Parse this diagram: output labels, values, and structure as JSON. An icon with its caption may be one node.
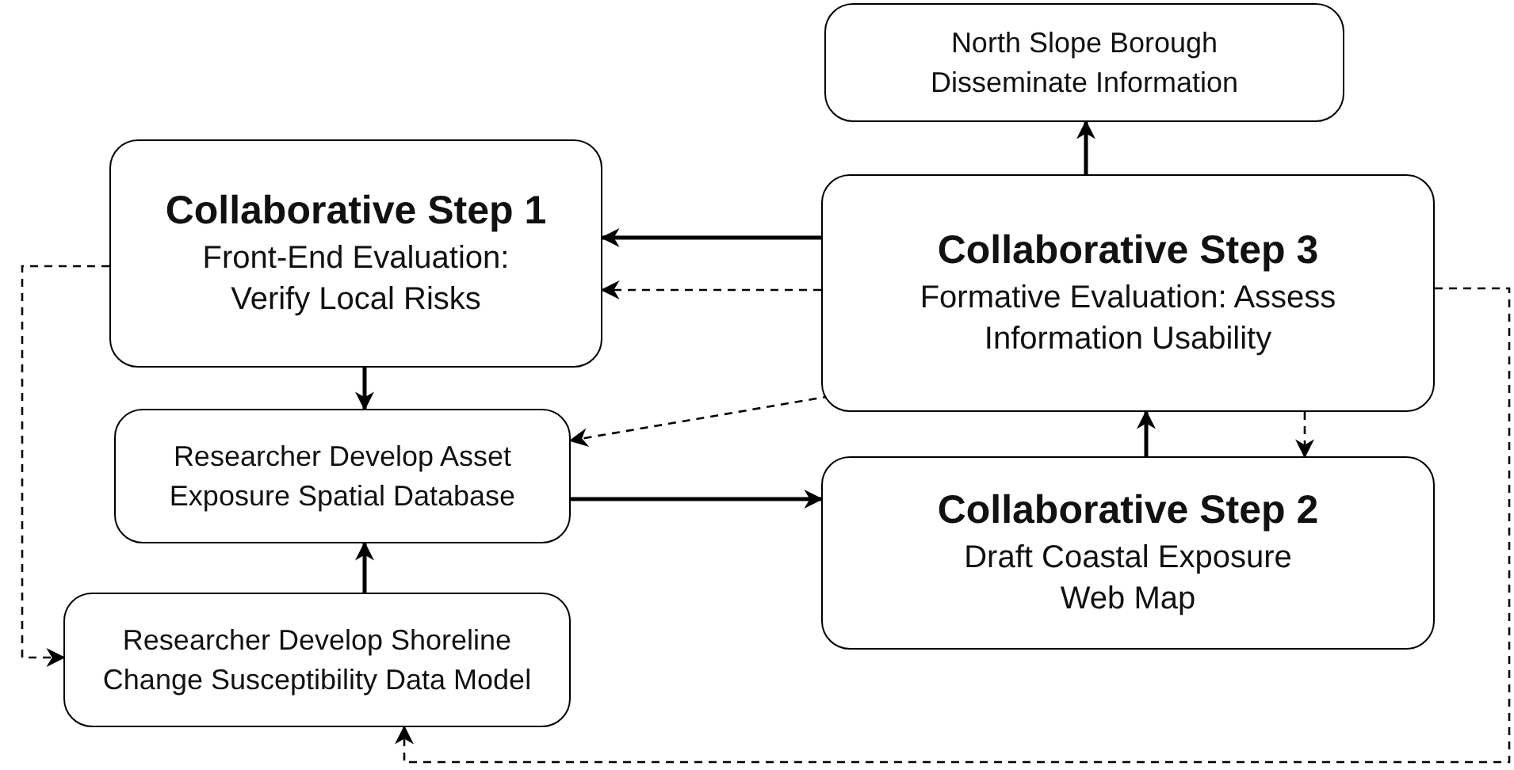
{
  "diagram": {
    "nodes": [
      {
        "text": [
          "North Slope Borough Disseminate Information"
        ]
      },
      {
        "text": [
          "Collaborative Step 1",
          "Front-End Evaluation: Verify Local Risks"
        ]
      },
      {
        "text": [
          "Collaborative Step 3",
          "Formative Evaluation: Assess Information Usability"
        ]
      },
      {
        "text": [
          "Researcher Develop Asset Exposure Spatial Database"
        ]
      },
      {
        "text": [
          "Collaborative Step 2",
          "Draft Coastal Exposure Web Map"
        ]
      },
      {
        "text": [
          "Researcher Develop Shoreline Change Susceptibility Data Model"
        ]
      }
    ],
    "edges": [
      {
        "from": 2,
        "to": 0,
        "arrow": "to"
      },
      {
        "from": 2,
        "to": 1,
        "arrow": "to"
      },
      {
        "from": 2,
        "to": 1,
        "arrow": "to",
        "style": "dashed"
      },
      {
        "from": 2,
        "to": 3,
        "arrow": "to",
        "style": "dashed"
      },
      {
        "from": 2,
        "to": 4,
        "arrow": "to",
        "style": "dashed"
      },
      {
        "from": 4,
        "to": 2,
        "arrow": "to"
      },
      {
        "from": 1,
        "to": 3,
        "arrow": "to"
      },
      {
        "from": 3,
        "to": 4,
        "arrow": "to"
      },
      {
        "from": 5,
        "to": 3,
        "arrow": "to"
      },
      {
        "from": 1,
        "to": 5,
        "arrow": "to",
        "style": "dashed"
      },
      {
        "from": 2,
        "to": 5,
        "arrow": "to",
        "style": "dashed"
      }
    ]
  }
}
